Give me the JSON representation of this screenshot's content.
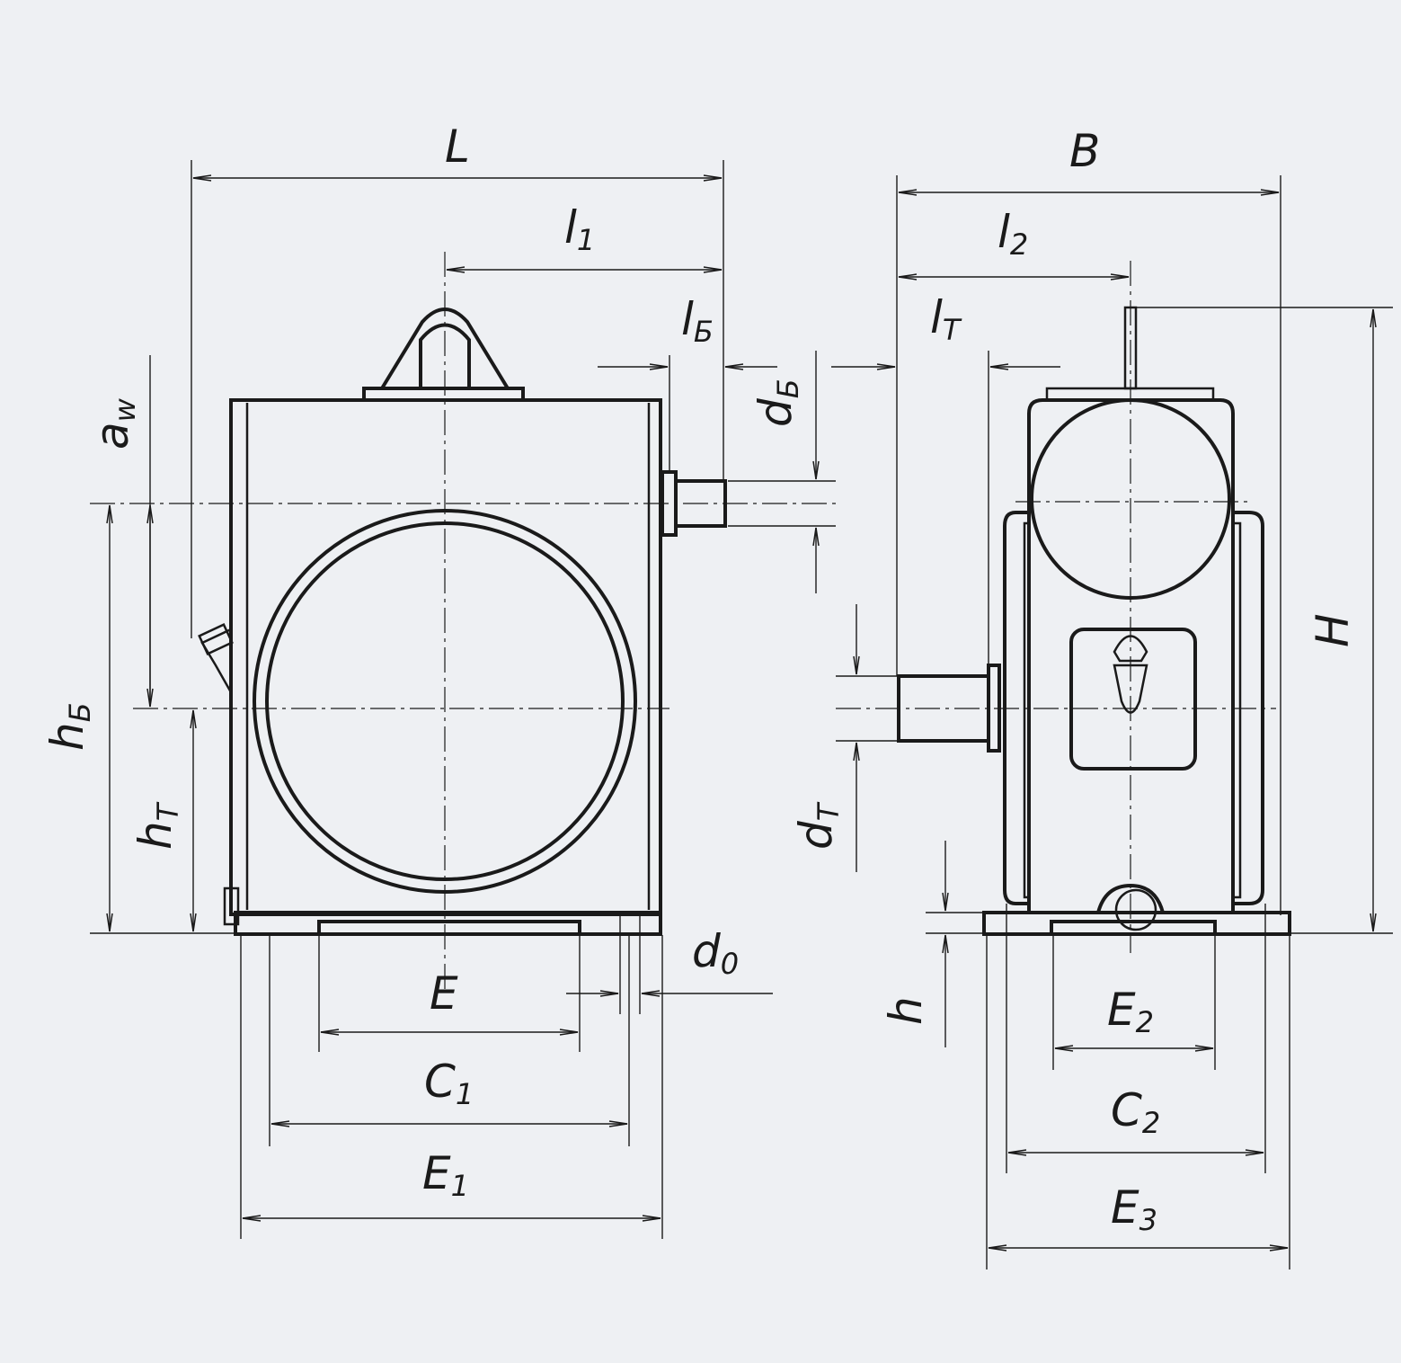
{
  "labels": {
    "L": "L",
    "l1": "l",
    "l1_sub": "1",
    "lb": "l",
    "lb_sub": "Б",
    "aw": "a",
    "aw_sub": "w",
    "db": "d",
    "db_sub": "Б",
    "hb": "h",
    "hb_sub": "Б",
    "ht": "h",
    "ht_sub": "T",
    "d0": "d",
    "d0_sub": "0",
    "E": "E",
    "C1": "C",
    "C1_sub": "1",
    "E1": "E",
    "E1_sub": "1",
    "B": "B",
    "l2": "l",
    "l2_sub": "2",
    "lt": "l",
    "lt_sub": "T",
    "H": "H",
    "dt": "d",
    "dt_sub": "T",
    "h": "h",
    "E2": "E",
    "E2_sub": "2",
    "C2": "C",
    "C2_sub": "2",
    "E3": "E",
    "E3_sub": "3"
  }
}
